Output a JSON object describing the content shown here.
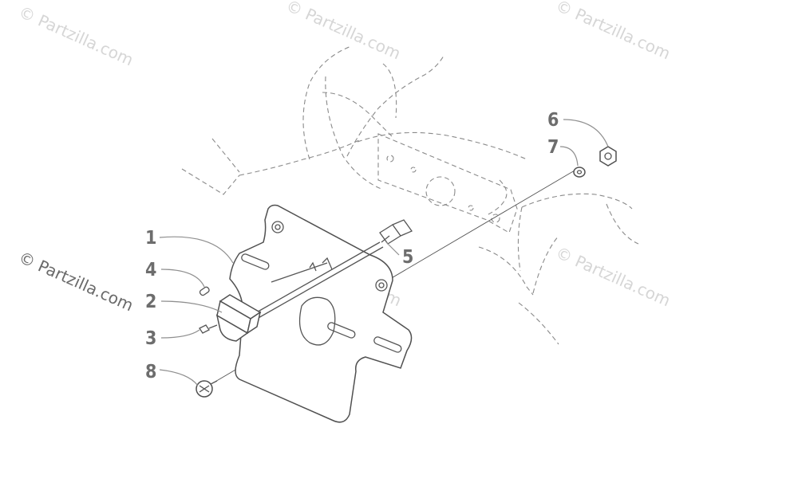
{
  "watermark_text": "© Partzilla.com",
  "callouts": [
    {
      "id": "1",
      "label": "1"
    },
    {
      "id": "2",
      "label": "2"
    },
    {
      "id": "3",
      "label": "3"
    },
    {
      "id": "4",
      "label": "4"
    },
    {
      "id": "5",
      "label": "5"
    },
    {
      "id": "6",
      "label": "6"
    },
    {
      "id": "7",
      "label": "7"
    },
    {
      "id": "8",
      "label": "8"
    }
  ],
  "colors": {
    "callout": "#6d6d6d",
    "watermark": "#d6d6d6",
    "outline": "#505050",
    "dashed_body": "#8a8a8a"
  }
}
